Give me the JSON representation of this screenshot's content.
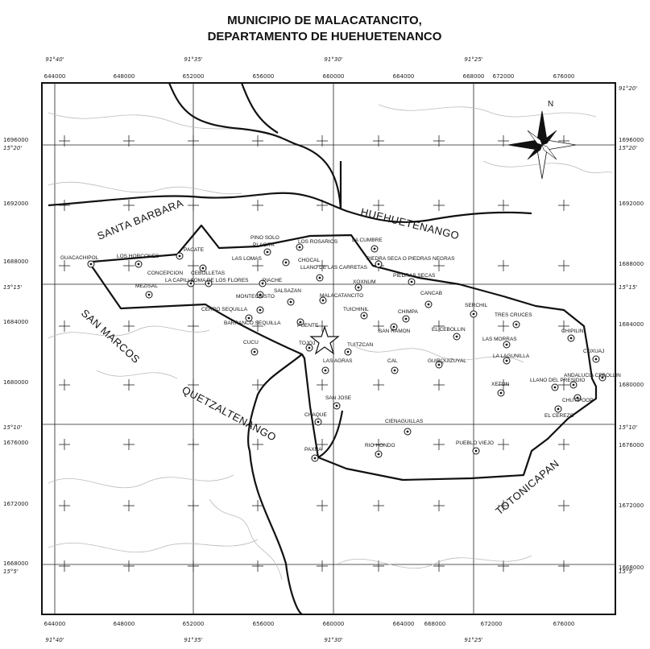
{
  "title": [
    "MUNICIPIO DE MALACATANCITO,",
    "DEPARTAMENTO DE HUEHUETENANCO"
  ],
  "compass_label": "N",
  "x_ticks": [
    "644000",
    "648000",
    "652000",
    "656000",
    "660000",
    "664000",
    "668000",
    "672000",
    "676000"
  ],
  "y_ticks_left": [
    "1696000",
    "1692000",
    "1688000",
    "1684000",
    "1680000",
    "1676000",
    "1672000",
    "1668000"
  ],
  "y_ticks_right": [
    "1696000",
    "1692000",
    "1688000",
    "1684000",
    "1680000",
    "1676000",
    "1672000",
    "1668000"
  ],
  "longitudes_top": [
    "91°40'",
    "91°35'",
    "91°30'",
    "91°25'"
  ],
  "longitudes_bottom": [
    "91°40'",
    "91°35'",
    "91°30'",
    "91°25'"
  ],
  "latitudes_left": [
    "15°20'",
    "15°15'",
    "15°10'",
    "15°5'"
  ],
  "latitudes_right": [
    "91°20'",
    "15°20'",
    "15°15'",
    "15°10'",
    "15°5'"
  ],
  "regions": [
    "SANTA BARBARA",
    "HUEHUETENANGO",
    "SAN MARCOS",
    "QUETZALTENANGO",
    "TOTONICAPAN"
  ],
  "places": [
    "GUACACHIPOL",
    "LOS HORCONES",
    "PACATE",
    "PINO SOLO",
    "PLACITA",
    "LOS ROSARIOS",
    "LA CUMBRE",
    "LAS LOMAS",
    "CEBOLLETAS",
    "CHOCAL",
    "LLANO DE LAS CARRETAS",
    "PIEDRA SECA O PIEDRAS NEGRAS",
    "PIEDRAS SECAS",
    "CONCEPCION",
    "LA CAPILLA",
    "LOMA DE LOS FLORES",
    "PIACHE",
    "XOXNUM",
    "MEZISAL",
    "SALSAZAN",
    "MONTECRISTO",
    "MALACATANCITO",
    "CANCAB",
    "CERRO SEQUILLA",
    "TUICHINIL",
    "CHIMPA",
    "SERCHIL",
    "TRES CRUCES",
    "CHIPILIN",
    "BARRANCO SEQUILLA",
    "PUENTE",
    "SAN RAMON",
    "EL CEBOLLIN",
    "LAS MORRAS",
    "CUCU",
    "TOJOJ",
    "TUITZCAN",
    "LAS AGRAS",
    "CAL",
    "GUIBQUIZUYAL",
    "LA LAGUNILLA",
    "COXUAJ",
    "LLANO DEL PRESIDIO",
    "ANDALUCIA CEBOLLIN",
    "XETON",
    "CHUTIPOOP",
    "SAN JOSE",
    "CHAQUE",
    "CIENAGUILLAS",
    "EL CEREZO",
    "RIO HONDO",
    "PUEBLO VIEJO",
    "PAXNA"
  ]
}
